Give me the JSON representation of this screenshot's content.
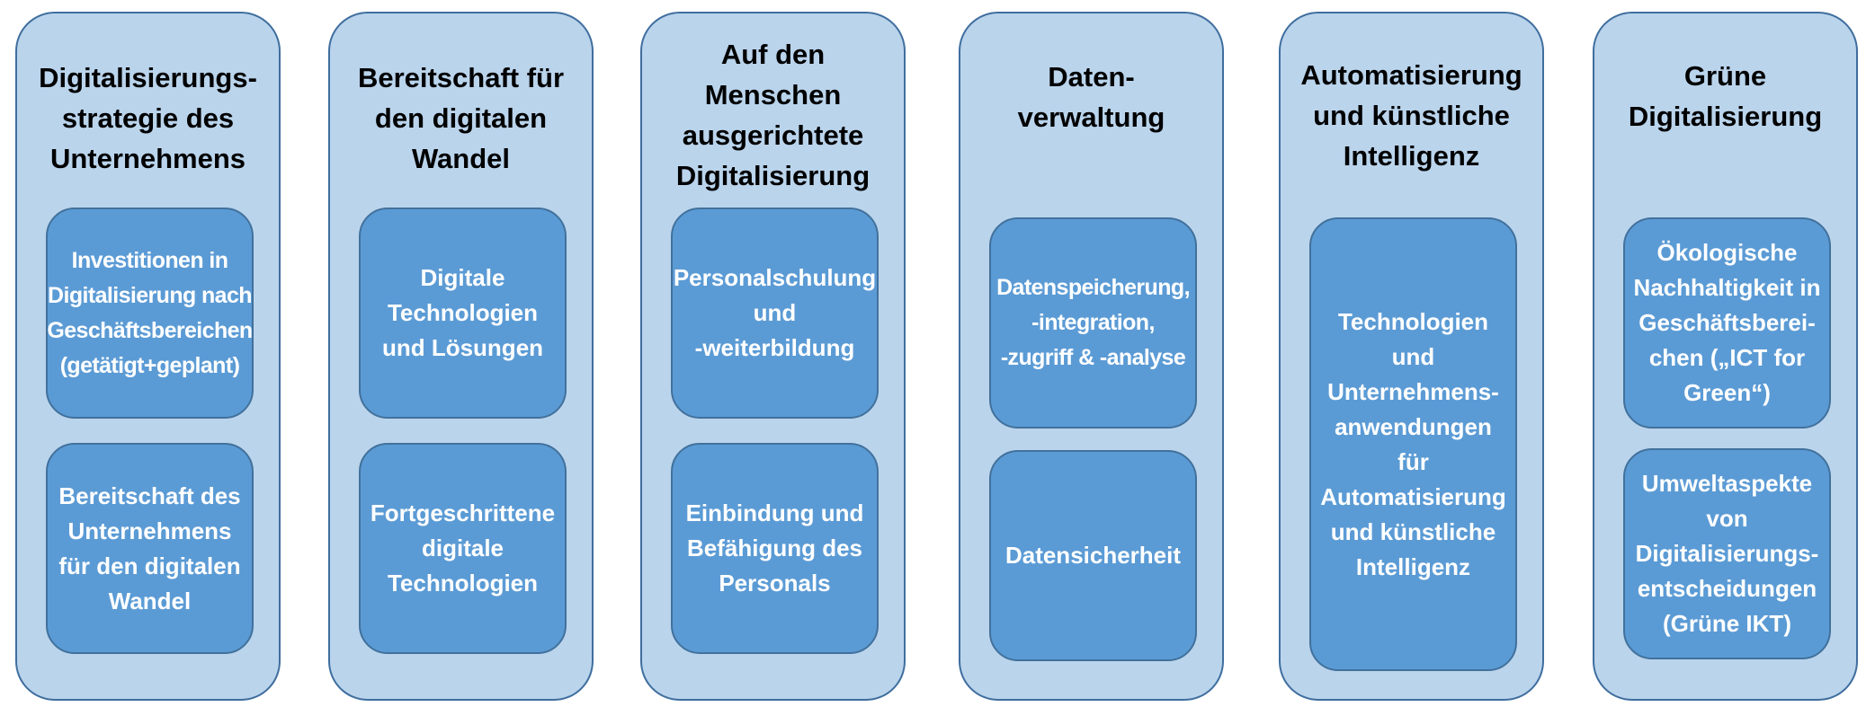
{
  "columns": [
    {
      "title": "Digitalisierungs-\nstrategie des\nUnternehmens",
      "cards": [
        "Investitionen in\nDigitalisierung nach\nGeschäftsbereichen\n(getätigt+geplant)",
        "Bereitschaft des\nUnternehmens\nfür den digitalen\nWandel"
      ]
    },
    {
      "title": "Bereitschaft für\nden digitalen\nWandel",
      "cards": [
        "Digitale\nTechnologien\nund Lösungen",
        "Fortgeschrittene\ndigitale\nTechnologien"
      ]
    },
    {
      "title": "Auf den\nMenschen\nausgerichtete\nDigitalisierung",
      "cards": [
        "Personalschulung\nund\n-weiterbildung",
        "Einbindung und\nBefähigung des\nPersonals"
      ]
    },
    {
      "title": "Daten-\nverwaltung",
      "cards": [
        "Datenspeicherung,\n-integration,\n-zugriff & -analyse",
        "Datensicherheit"
      ]
    },
    {
      "title": "Automatisierung\nund künstliche\nIntelligenz",
      "cards": [
        "Technologien\nund\nUnternehmens-\nanwendungen\nfür\nAutomatisierung\nund künstliche\nIntelligenz"
      ]
    },
    {
      "title": "Grüne\nDigitalisierung",
      "cards": [
        "Ökologische\nNachhaltigkeit in\nGeschäftsberei-\nchen („ICT for\nGreen“)",
        "Umweltaspekte\nvon\nDigitalisierungs-\nentscheidungen\n(Grüne IKT)"
      ]
    }
  ]
}
